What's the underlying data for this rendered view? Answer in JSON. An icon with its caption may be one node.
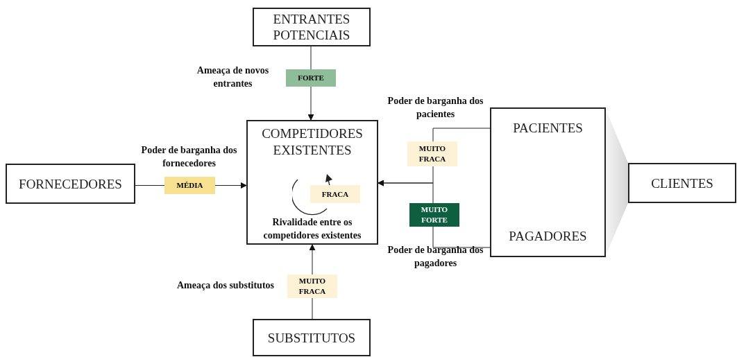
{
  "diagram": {
    "nodes": [
      {
        "text": [
          "ENTRANTES POTENCIAIS"
        ]
      },
      {
        "text": [
          "COMPETIDORES EXISTENTES",
          "Rivalidade entre os competidores existentes"
        ]
      },
      {
        "text": [
          "FRACA"
        ],
        "in": 1
      },
      {
        "text": [
          "FORTE"
        ],
        "beside": [
          "Ameaça de novos entrantes"
        ]
      },
      {
        "text": [
          "FORNECEDORES"
        ]
      },
      {
        "text": [
          "MÉDIA"
        ],
        "beside": [
          "Poder de barganha dos fornecedores"
        ]
      },
      {
        "text": [
          "PACIENTES",
          "PAGADORES"
        ]
      },
      {
        "text": [
          "MUITO FRACA"
        ]
      },
      {
        "text": [
          "MUITO FORTE"
        ]
      },
      {
        "text": [
          "CLIENTES"
        ]
      },
      {
        "text": [
          "MUITO FRACA"
        ],
        "beside": [
          "Ameaça dos substitutos"
        ]
      },
      {
        "text": [
          "SUBSTITUTOS"
        ]
      }
    ],
    "edges": [
      {
        "from": 0,
        "to": 3,
        "arrow": "none"
      },
      {
        "from": 3,
        "to": 1,
        "arrow": "to"
      },
      {
        "from": 4,
        "to": 5,
        "arrow": "none"
      },
      {
        "from": 5,
        "to": 1,
        "arrow": "to"
      },
      {
        "from": 6,
        "to": 7,
        "arrow": "none"
      },
      {
        "from": 7,
        "to": 1,
        "arrow": "to"
      },
      {
        "from": 6,
        "to": 8,
        "arrow": "none"
      },
      {
        "from": 8,
        "to": 1,
        "arrow": "to"
      },
      {
        "from": 11,
        "to": 10,
        "arrow": "none"
      },
      {
        "from": 10,
        "to": 1,
        "arrow": "to"
      },
      {
        "from": 6,
        "to": 9,
        "arrow": "none"
      }
    ],
    "labels": [
      "Poder de barganha dos pacientes",
      "Poder de barganha dos pagadores"
    ]
  }
}
